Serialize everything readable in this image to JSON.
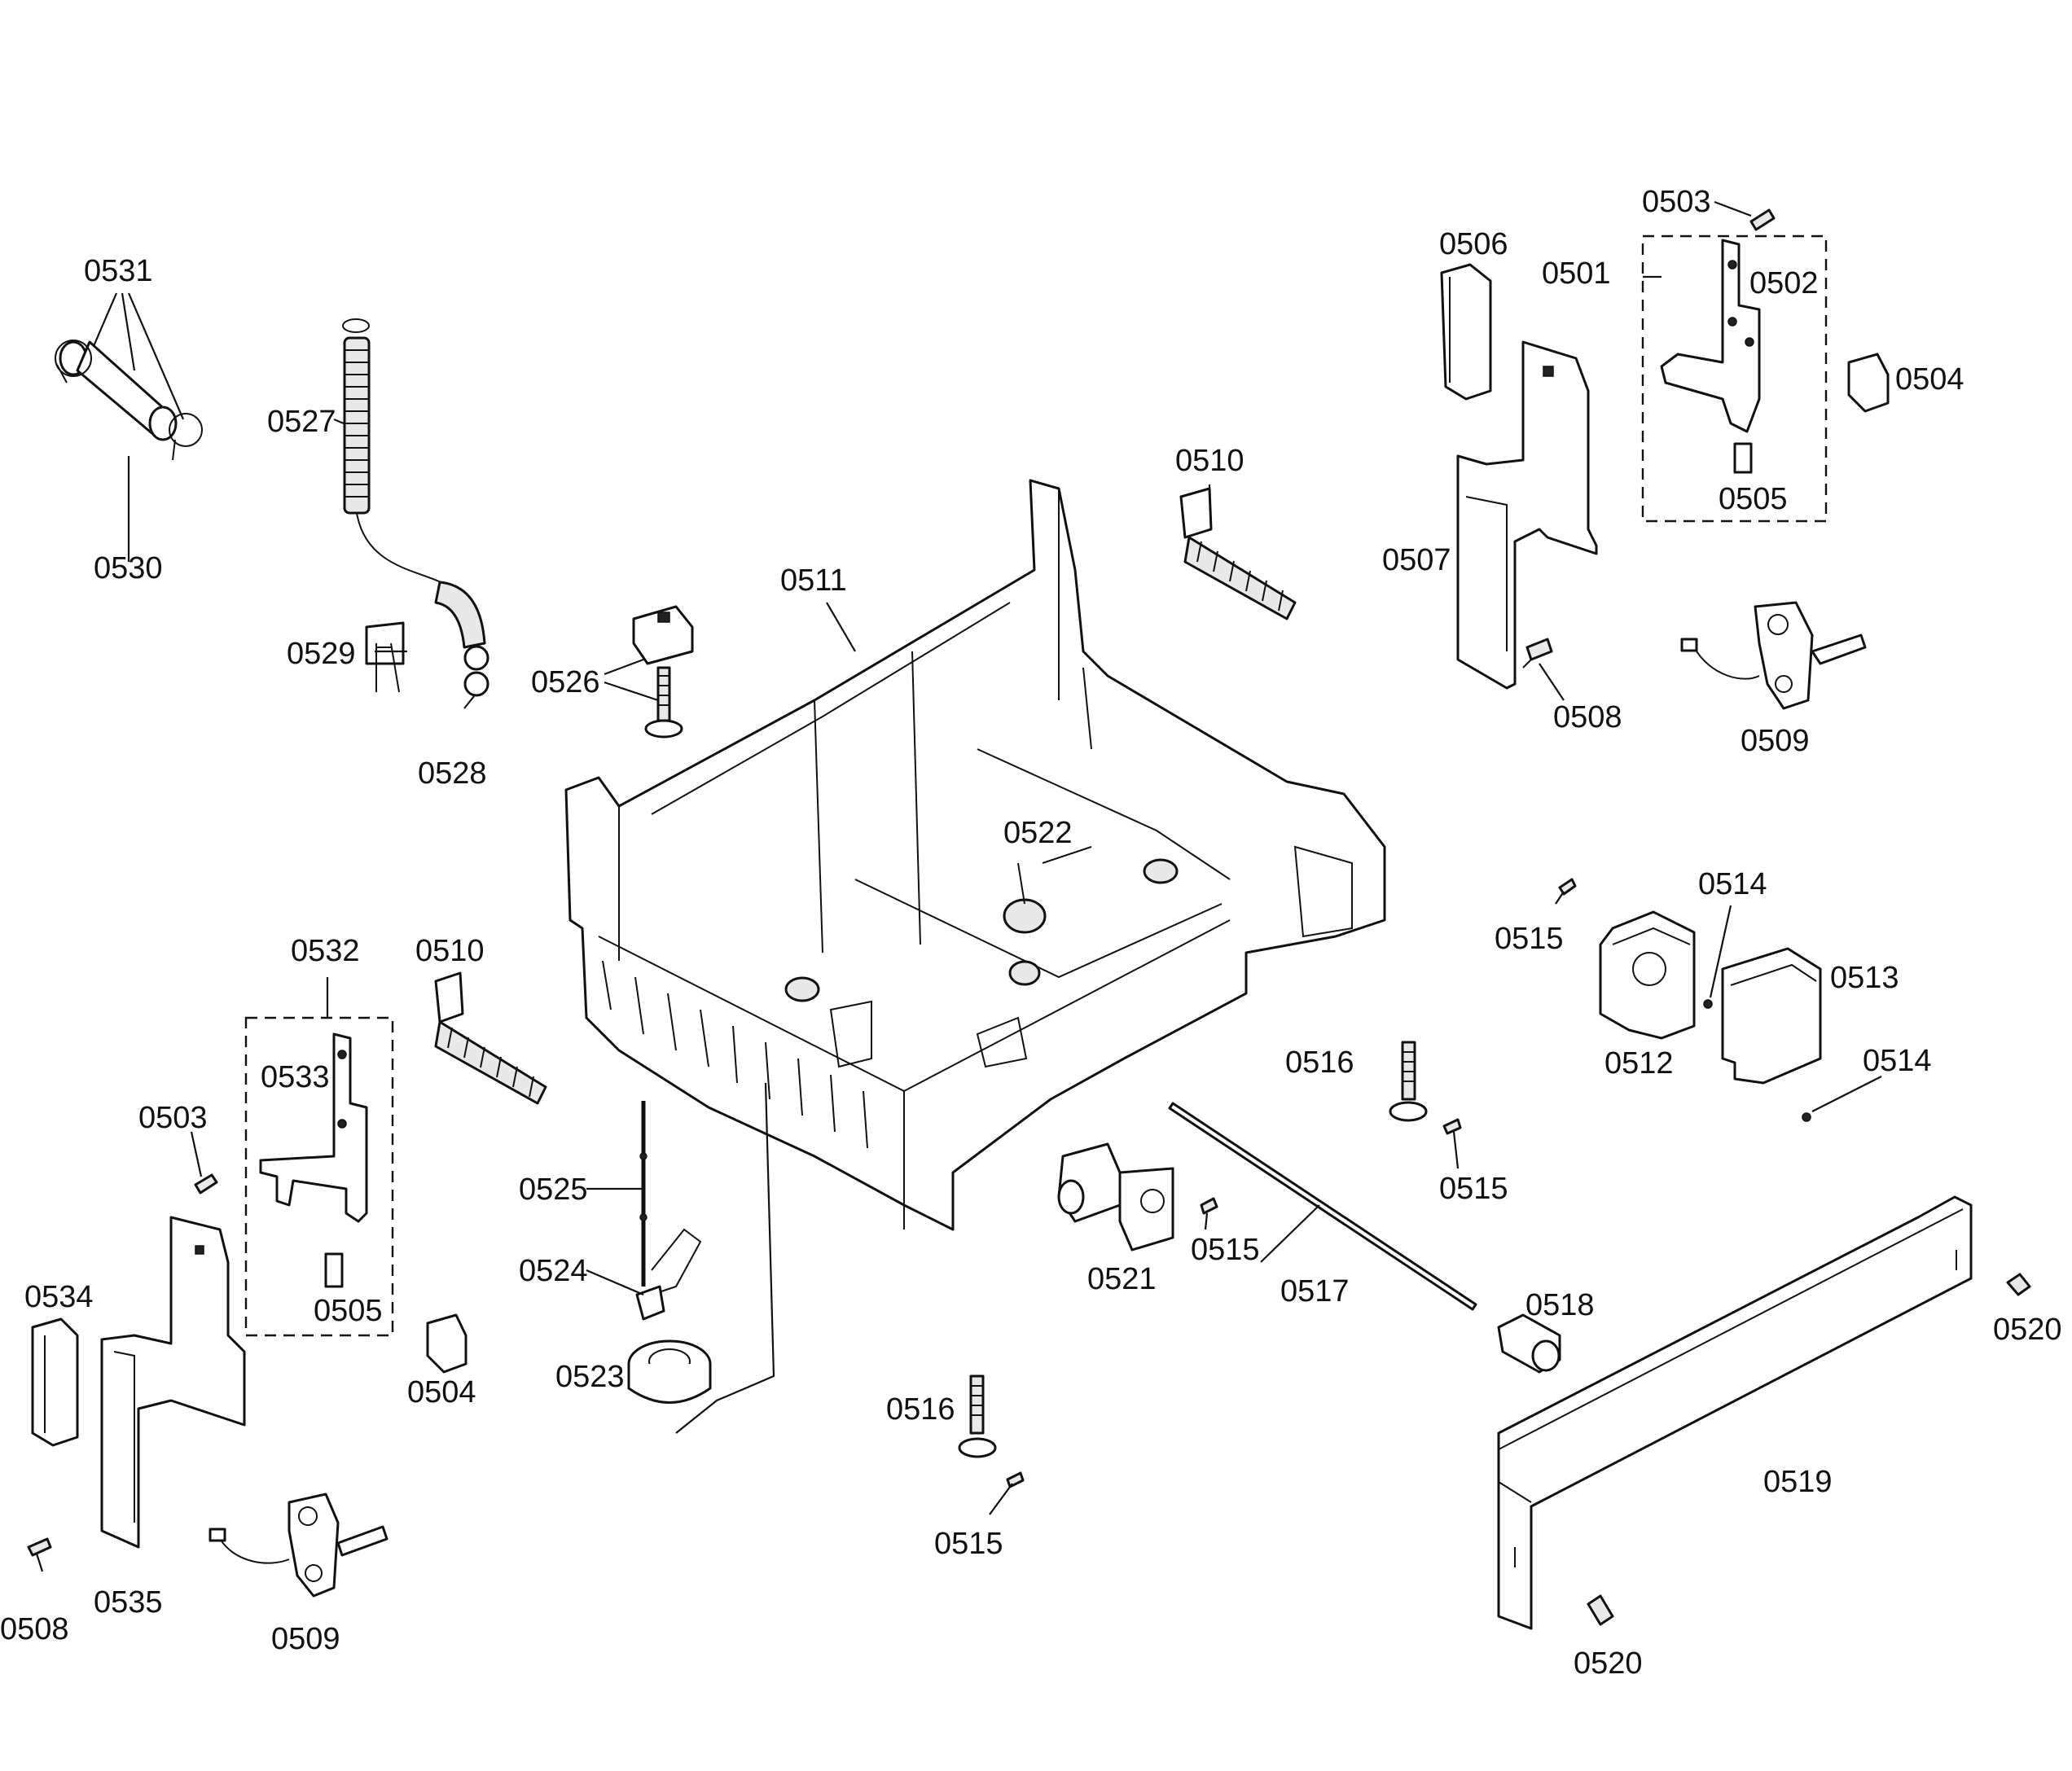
{
  "diagram": {
    "labels": {
      "l0531": "0531",
      "l0530": "0530",
      "l0527": "0527",
      "l0529": "0529",
      "l0528": "0528",
      "l0526": "0526",
      "l0511": "0511",
      "l0510_top": "0510",
      "l0522": "0522",
      "l0506": "0506",
      "l0507": "0507",
      "l0508_top": "0508",
      "l0503_top": "0503",
      "l0501": "0501",
      "l0502": "0502",
      "l0504_top": "0504",
      "l0505_top": "0505",
      "l0509_top": "0509",
      "l0515_a": "0515",
      "l0514_a": "0514",
      "l0513": "0513",
      "l0512": "0512",
      "l0514_b": "0514",
      "l0516_a": "0516",
      "l0515_b": "0515",
      "l0532": "0532",
      "l0533": "0533",
      "l0510_left": "0510",
      "l0503_left": "0503",
      "l0505_left": "0505",
      "l0504_left": "0504",
      "l0534": "0534",
      "l0535": "0535",
      "l0508_left": "0508",
      "l0509_left": "0509",
      "l0525": "0525",
      "l0524": "0524",
      "l0523": "0523",
      "l0521": "0521",
      "l0515_c": "0515",
      "l0517": "0517",
      "l0518": "0518",
      "l0516_b": "0516",
      "l0515_d": "0515",
      "l0519": "0519",
      "l0520_a": "0520",
      "l0520_b": "0520"
    }
  }
}
